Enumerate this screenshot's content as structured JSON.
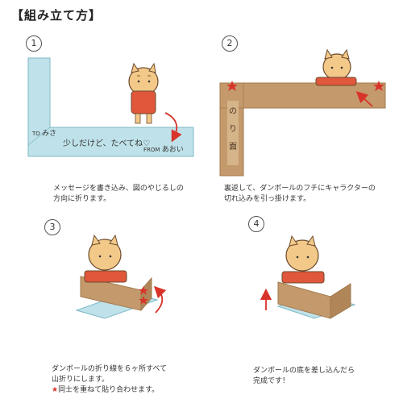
{
  "title": "【組み立て方】",
  "steps": [
    {
      "num": "1",
      "lines": [
        "メッセージを書き込み、図のやじるしの",
        "方向に折ります。"
      ]
    },
    {
      "num": "2",
      "lines": [
        "裏返して、ダンボールのフチにキャラクターの",
        "切れ込みを引っ掛けます。"
      ]
    },
    {
      "num": "3",
      "lines": [
        "ダンボールの折り線を６ヶ所すべて",
        "山折りにします。"
      ],
      "note_star": "★",
      "note": "同士を重ねて貼り合わせます。"
    },
    {
      "num": "4",
      "lines": [
        "ダンボールの底を差し込んだら",
        "完成です！"
      ]
    }
  ],
  "card1": {
    "to": "TO",
    "to_name": "みさ",
    "message": "少しだけど、たべてね♡",
    "from": "FROM",
    "from_name": "あおい"
  },
  "card2": {
    "vertical": [
      "の",
      "り",
      "面"
    ]
  },
  "colors": {
    "card_blue": "#bfe2ea",
    "cardboard": "#c49a6c",
    "star": "#d8342a",
    "arrow": "#d8342a"
  }
}
